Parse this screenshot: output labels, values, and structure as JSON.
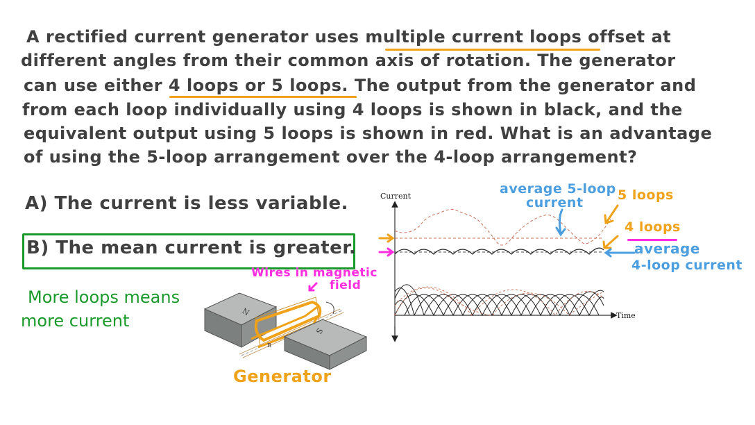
{
  "question": {
    "lines": [
      "A rectified current generator uses multiple current loops offset at",
      "different angles from their common axis of rotation. The generator",
      "can use either 4 loops or 5 loops. The output from the generator and",
      "from each loop individually using 4 loops is shown in black, and the",
      "equivalent output using 5 loops is shown in red. What is an advantage",
      "of using the 5-loop arrangement over the 4-loop arrangement?"
    ],
    "highlights": [
      "multiple current loops",
      "4 loops or 5 loops."
    ]
  },
  "options": {
    "a": "A) The current is less variable.",
    "b": "B) The mean current is greater."
  },
  "selected_option": "B",
  "annotations": {
    "more_loops": [
      "More loops means",
      "more current"
    ],
    "wires": [
      "Wires in magnetic",
      "field"
    ],
    "generator": "Generator",
    "avg_5loop": [
      "average 5-loop",
      "current"
    ],
    "five_loops": "5 loops",
    "four_loops": "4 loops",
    "avg_4loop": [
      "average",
      "4-loop current"
    ]
  },
  "diagram": {
    "pole_n": "N",
    "pole_s": "S",
    "field_label": "B"
  },
  "colors": {
    "text": "#404040",
    "highlight_orange": "#f0a21a",
    "correct_green": "#1a9a2a",
    "magenta": "#ff2de0",
    "blue": "#4b9fe0",
    "red_series": "#c8735a"
  },
  "chart_data": {
    "type": "line",
    "title": "",
    "ylabel": "Current",
    "xlabel": "Time",
    "grid": false,
    "legend": "none (annotated by hand: 5 loops = red dashed, 4 loops = black solid)",
    "series": [
      {
        "name": "4-loop total output (black)",
        "style": "solid rectified ripple",
        "relative_level": 1.0,
        "ripple": "small, 11 periods"
      },
      {
        "name": "4-loop average (black dashed)",
        "style": "dashed horizontal",
        "relative_level": 1.0
      },
      {
        "name": "5-loop total output (red)",
        "style": "dashed wavy",
        "relative_level": 1.25,
        "ripple": "large, ~3 periods"
      },
      {
        "name": "5-loop average (red dashed)",
        "style": "dashed horizontal",
        "relative_level": 1.25
      },
      {
        "name": "individual 4-loop outputs (black)",
        "style": "overlapping rectified sine arcs"
      },
      {
        "name": "individual 5-loop outputs (red)",
        "style": "dashed overlapping arcs"
      }
    ]
  }
}
